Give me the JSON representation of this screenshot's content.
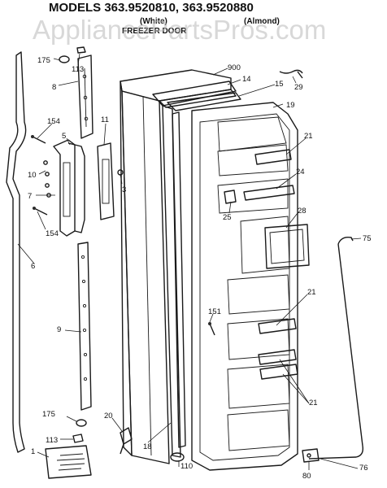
{
  "header": {
    "title": "MODELS 363.9520810, 363.9520880",
    "subtitle_left": "(White)",
    "subtitle_right": "(Almond)",
    "subtitle_center": "FREEZER DOOR"
  },
  "watermark": "AppliancePartsPros.com",
  "callouts": [
    {
      "key": "c175a",
      "label": "175"
    },
    {
      "key": "c113a",
      "label": "113"
    },
    {
      "key": "c8",
      "label": "8"
    },
    {
      "key": "c154a",
      "label": "154"
    },
    {
      "key": "c5",
      "label": "5"
    },
    {
      "key": "c10",
      "label": "10"
    },
    {
      "key": "c7",
      "label": "7"
    },
    {
      "key": "c154b",
      "label": "154"
    },
    {
      "key": "c6",
      "label": "6"
    },
    {
      "key": "c9",
      "label": "9"
    },
    {
      "key": "c175b",
      "label": "175"
    },
    {
      "key": "c113b",
      "label": "113"
    },
    {
      "key": "c1",
      "label": "1"
    },
    {
      "key": "c11",
      "label": "11"
    },
    {
      "key": "c3",
      "label": "3"
    },
    {
      "key": "c900",
      "label": "900"
    },
    {
      "key": "c14",
      "label": "14"
    },
    {
      "key": "c15",
      "label": "15"
    },
    {
      "key": "c29",
      "label": "29"
    },
    {
      "key": "c19",
      "label": "19"
    },
    {
      "key": "c21a",
      "label": "21"
    },
    {
      "key": "c24",
      "label": "24"
    },
    {
      "key": "c25",
      "label": "25"
    },
    {
      "key": "c28",
      "label": "28"
    },
    {
      "key": "c75",
      "label": "75"
    },
    {
      "key": "c21b",
      "label": "21"
    },
    {
      "key": "c151",
      "label": "151"
    },
    {
      "key": "c21c",
      "label": "21"
    },
    {
      "key": "c20",
      "label": "20"
    },
    {
      "key": "c18",
      "label": "18"
    },
    {
      "key": "c110",
      "label": "110"
    },
    {
      "key": "c76",
      "label": "76"
    },
    {
      "key": "c80",
      "label": "80"
    }
  ]
}
